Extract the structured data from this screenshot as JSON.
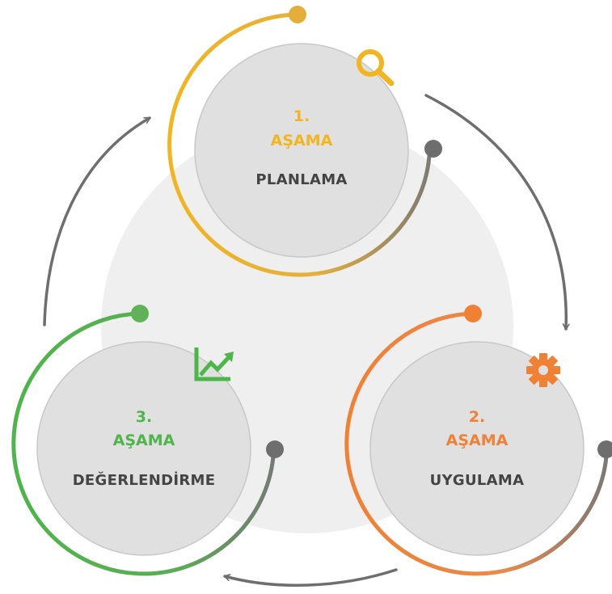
{
  "colors": {
    "plan": "#F2B51F",
    "plan_dot": "#E3AE3A",
    "apply": "#F08033",
    "evaluate": "#4DB549",
    "evaluate_dot": "#5FB255",
    "gray": "#6E6E6E",
    "inner_fill": "#E0E0E0",
    "inner_stroke": "#C8C8C8",
    "background_circle": "#EFEFEF"
  },
  "stages": [
    {
      "number": "1.",
      "word": "AŞAMA",
      "name": "PLANLAMA",
      "icon": "magnifier-icon"
    },
    {
      "number": "2.",
      "word": "AŞAMA",
      "name": "UYGULAMA",
      "icon": "gear-icon"
    },
    {
      "number": "3.",
      "word": "AŞAMA",
      "name": "DEĞERLENDİRME",
      "icon": "growth-chart-icon"
    }
  ]
}
